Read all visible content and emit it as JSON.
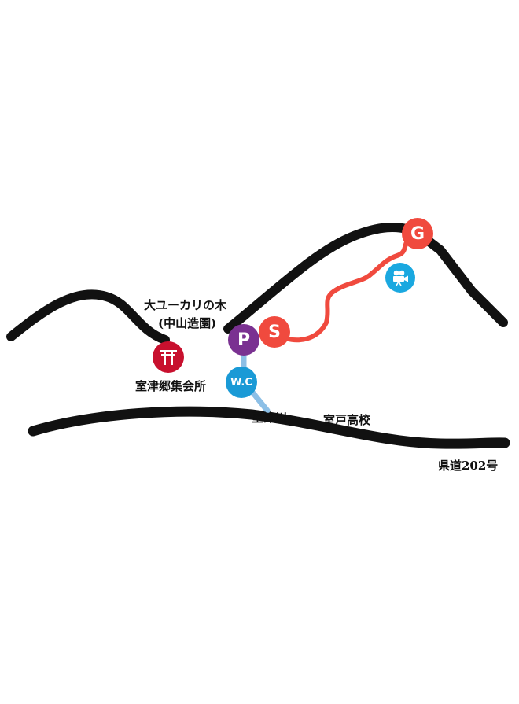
{
  "labels": {
    "tree": "大ユーカリの木",
    "tree_sub": "(中山造園)",
    "hall": "室津郷集会所",
    "river": "室津川",
    "school": "室戸高校",
    "road": "県道202号"
  },
  "markers": {
    "parking": "P",
    "start": "S",
    "goal": "G",
    "toilet": "W.C"
  },
  "icons": {
    "shrine": "torii-icon",
    "viewpoint": "movie-camera-icon"
  },
  "colors": {
    "road": "#111111",
    "route": "#f04a3e",
    "river": "#8cbfe6",
    "parking": "#7a3191",
    "start_goal": "#f04a3e",
    "shrine": "#c8102e",
    "toilet": "#1a9ad6",
    "camera": "#1aa8e0"
  }
}
